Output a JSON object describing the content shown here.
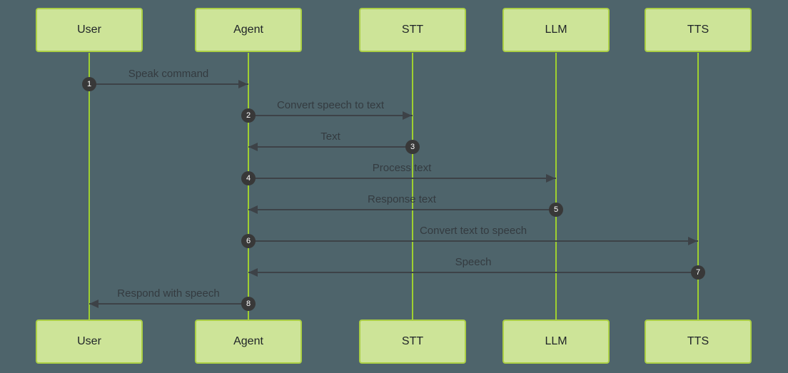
{
  "diagram_type": "sequence-diagram",
  "colors": {
    "background": "#4e646b",
    "actor_fill": "#cde498",
    "actor_border": "#abcf45",
    "lifeline": "#9fd02f",
    "arrow": "#3d4247",
    "message_text": "#343b40",
    "badge_fill": "#383838",
    "badge_text": "#ffffff"
  },
  "actors": [
    {
      "name": "User"
    },
    {
      "name": "Agent"
    },
    {
      "name": "STT"
    },
    {
      "name": "LLM"
    },
    {
      "name": "TTS"
    }
  ],
  "messages": [
    {
      "number": "1",
      "from": "User",
      "to": "Agent",
      "label": "Speak command"
    },
    {
      "number": "2",
      "from": "Agent",
      "to": "STT",
      "label": "Convert speech to text"
    },
    {
      "number": "3",
      "from": "STT",
      "to": "Agent",
      "label": "Text"
    },
    {
      "number": "4",
      "from": "Agent",
      "to": "LLM",
      "label": "Process text"
    },
    {
      "number": "5",
      "from": "LLM",
      "to": "Agent",
      "label": "Response text"
    },
    {
      "number": "6",
      "from": "Agent",
      "to": "TTS",
      "label": "Convert text to speech"
    },
    {
      "number": "7",
      "from": "TTS",
      "to": "Agent",
      "label": "Speech"
    },
    {
      "number": "8",
      "from": "Agent",
      "to": "User",
      "label": "Respond with speech"
    }
  ]
}
